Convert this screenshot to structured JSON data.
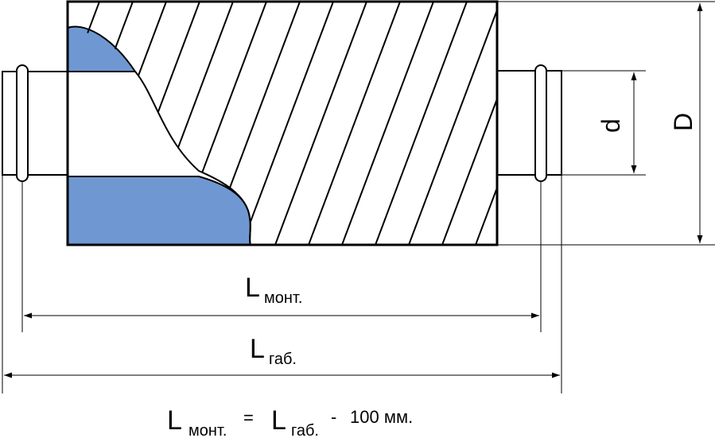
{
  "labels": {
    "L": "L",
    "mont_sub": "монт.",
    "gab_sub": "габ.",
    "d": "d",
    "D": "D"
  },
  "formula": {
    "lhs_L": "L",
    "lhs_sub": "монт.",
    "equals": "=",
    "rhs_L": "L",
    "rhs_sub": "габ.",
    "minus": "-",
    "value": "100 мм."
  },
  "colors": {
    "insulation": "#6f98d2",
    "line": "#000000"
  }
}
